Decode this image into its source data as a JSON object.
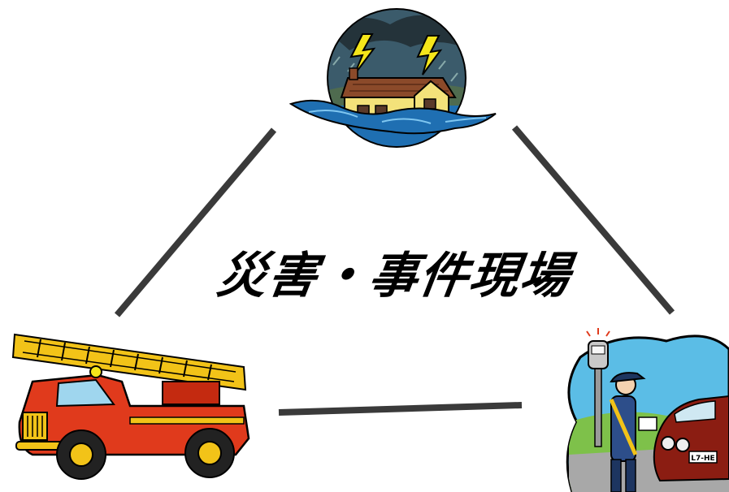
{
  "diagram": {
    "center_label": "災害・事件現場",
    "nodes": [
      {
        "id": "flood-house",
        "icon": "flooded-house-storm-icon"
      },
      {
        "id": "fire-truck",
        "icon": "fire-truck-icon"
      },
      {
        "id": "police-officer",
        "icon": "police-officer-parking-meter-icon"
      }
    ],
    "connectors": [
      "top-to-left",
      "top-to-right",
      "left-to-right"
    ],
    "license_plate": "L7-HE",
    "colors": {
      "line": "#3a3a3a",
      "sky_dark": "#3b5b6b",
      "water": "#1f6fb2",
      "house": "#f3e27a",
      "truck_red": "#e03a1c",
      "ladder_yellow": "#f2c318",
      "sky_light": "#5bbde6",
      "grass": "#7ec14a",
      "car_red": "#8b1d12"
    }
  }
}
